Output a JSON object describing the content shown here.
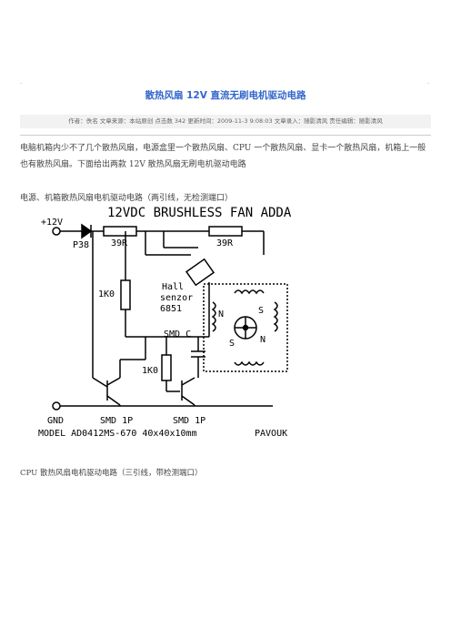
{
  "corner_left": "·",
  "corner_right": "·",
  "article": {
    "title": "散热风扇 12V 直流无刷电机驱动电路",
    "meta": "作者：佚名  文章来源：本站原创  点击数 342  更新时间：2009-11-3 9:08:03  文章录入：随影清风  责任编辑：随影清风",
    "intro": "电脑机箱内少不了几个散热风扇，电源盒里一个散热风扇、CPU 一个散热风扇、显卡一个散热风扇，机箱上一般也有散热风扇。下面给出两款 12V 散热风扇无刷电机驱动电路",
    "heading1": "电源、机箱散热风扇电机驱动电路（两引线，无检测端口）",
    "heading2": "CPU 散热风扇电机驱动电路（三引线，带检测端口）"
  },
  "schematic": {
    "title": "12VDC BRUSHLESS FAN ADDA",
    "plus12v": "+12V",
    "diode": "P38",
    "res1": "39R",
    "res2": "39R",
    "res3": "1K0",
    "res4": "1K0",
    "hall1": "Hall",
    "hall2": "senzor",
    "hall3": "6851",
    "smdc": "SMD C",
    "gnd": "GND",
    "tr1": "SMD 1P",
    "tr2": "SMD 1P",
    "model": "MODEL AD0412MS-670 40x40x10mm",
    "author": "PAVOUK",
    "pole_n1": "N",
    "pole_s1": "S",
    "pole_s2": "S",
    "pole_n2": "N"
  }
}
